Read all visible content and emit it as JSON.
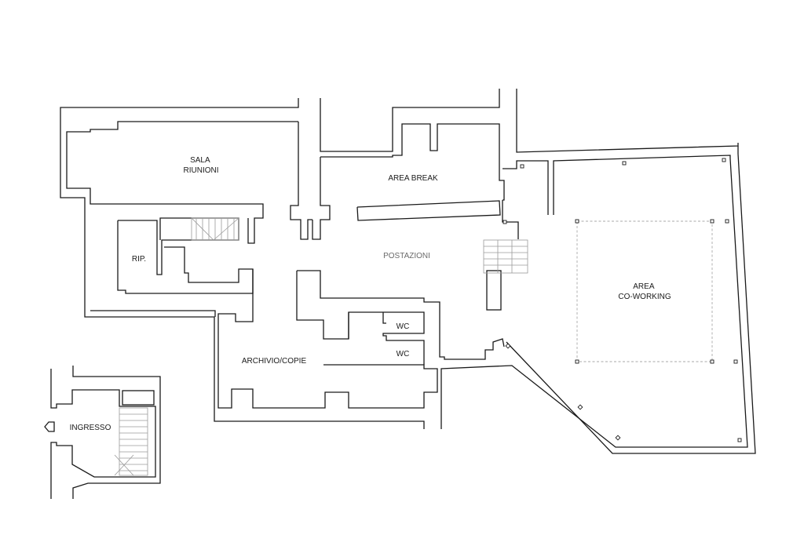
{
  "plan": {
    "rooms": [
      {
        "id": "sala-riunioni",
        "lines": [
          "SALA",
          "RIUNIONI"
        ]
      },
      {
        "id": "area-break",
        "lines": [
          "AREA BREAK"
        ]
      },
      {
        "id": "postazioni",
        "lines": [
          "POSTAZIONI"
        ]
      },
      {
        "id": "rip",
        "lines": [
          "RIP."
        ]
      },
      {
        "id": "wc-upper",
        "lines": [
          "WC"
        ]
      },
      {
        "id": "wc-lower",
        "lines": [
          "WC"
        ]
      },
      {
        "id": "archivio-copie",
        "lines": [
          "ARCHIVIO/COPIE"
        ]
      },
      {
        "id": "area-co-working",
        "lines": [
          "AREA",
          "CO-WORKING"
        ]
      },
      {
        "id": "ingresso",
        "lines": [
          "INGRESSO"
        ]
      }
    ]
  }
}
